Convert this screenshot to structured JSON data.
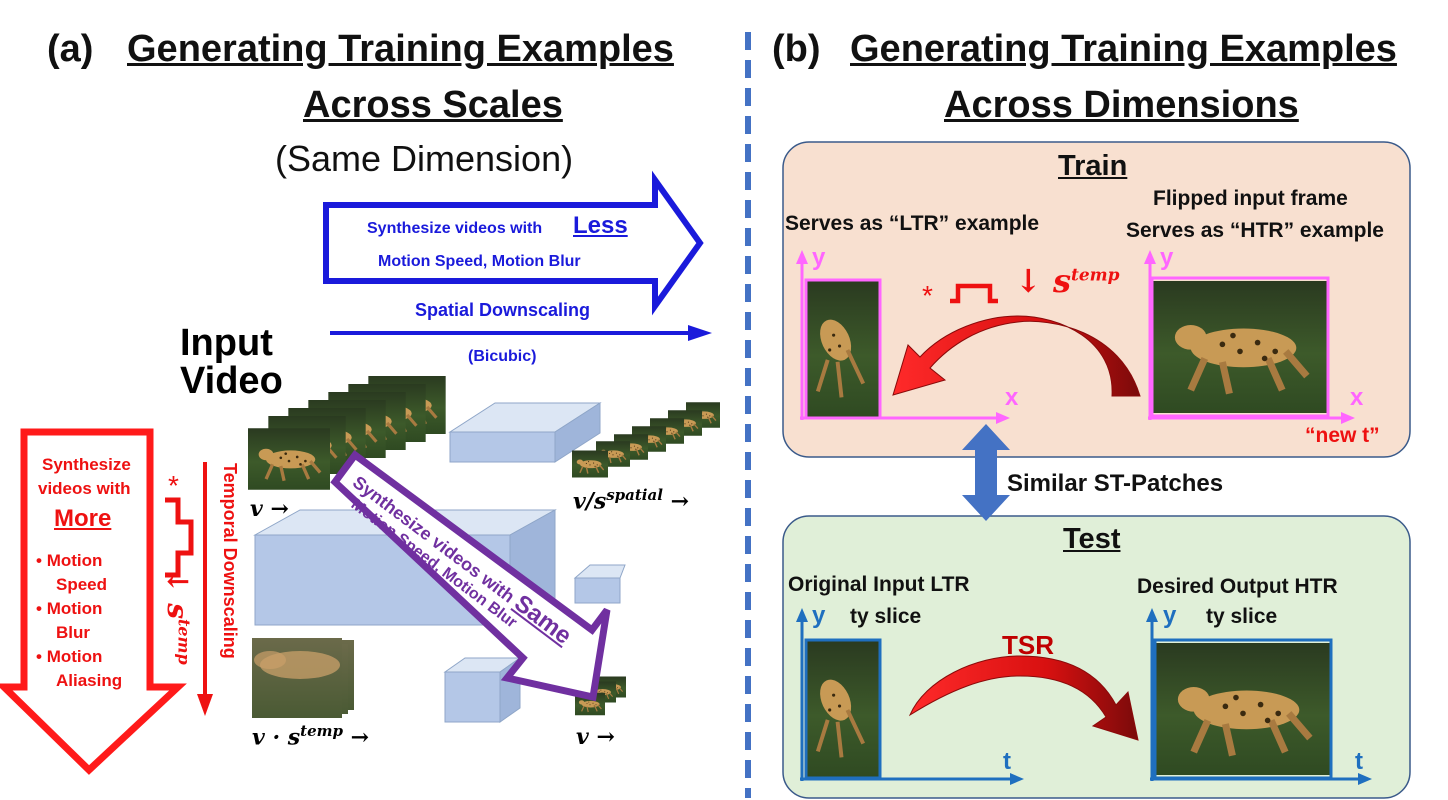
{
  "panel_a": {
    "label": "(a)",
    "title_line1": "Generating Training Examples",
    "title_line2": "Across Scales",
    "subtitle": "(Same Dimension)",
    "less_arrow": {
      "prefix": "Synthesize videos with",
      "keyword": "Less",
      "line2": "Motion Speed, Motion Blur"
    },
    "spatial_arrow": {
      "label": "Spatial Downscaling",
      "sub": "(Bicubic)"
    },
    "input_video": {
      "line1": "Input",
      "line2": "Video"
    },
    "more_arrow": {
      "line1": "Synthesize",
      "line2": "videos with",
      "keyword": "More",
      "bullets": [
        "Motion",
        "Speed",
        "Motion",
        "Blur",
        "Motion",
        "Aliasing"
      ]
    },
    "temporal_arrow": {
      "label": "Temporal Downscaling",
      "symbol_star": "*",
      "symbol_s": "↓ s",
      "symbol_sup": "temp"
    },
    "same_arrow": {
      "prefix": "Synthesize videos with",
      "keyword": "Same",
      "line2": "Motion Speed, Motion Blur"
    },
    "labels": {
      "v_main": "v →",
      "v_spatial_base": "v/s",
      "v_spatial_sup": "spatial",
      "v_spatial_tail": " →",
      "v_temp_base": "v · s",
      "v_temp_sup": "temp",
      "v_temp_tail": " →",
      "v_small": "v →"
    }
  },
  "panel_b": {
    "label": "(b)",
    "title_line1": "Generating Training Examples",
    "title_line2": "Across Dimensions",
    "train": {
      "title": "Train",
      "left_caption": "Serves as “LTR” example",
      "right_caption1": "Flipped input frame",
      "right_caption2": "Serves as “HTR” example",
      "kernel_star": "*",
      "kernel_s": "↓ s",
      "kernel_sup": "temp",
      "axis_y": "y",
      "axis_x": "x",
      "new_t": "“new t”"
    },
    "middle_label": "Similar ST-Patches",
    "test": {
      "title": "Test",
      "left_caption1": "Original Input LTR",
      "left_caption2": "ty slice",
      "right_caption1": "Desired Output HTR",
      "right_caption2": "ty slice",
      "tsr": "TSR",
      "axis_y": "y",
      "axis_t": "t"
    }
  },
  "colors": {
    "blue": "#1a1adb",
    "red": "#ee1111",
    "purple": "#7030a0",
    "magenta": "#ff66ff",
    "axis_blue": "#1f6fbf",
    "divider": "#4472c4",
    "train_bg": "#f8e0d0",
    "test_bg": "#e0efd8",
    "cube": "#b4c7e7",
    "link_arrow": "#4472c4"
  },
  "icons": [
    "cheetah-frame-image",
    "kernel-step-icon",
    "curved-arrow-icon",
    "double-arrow-icon"
  ]
}
